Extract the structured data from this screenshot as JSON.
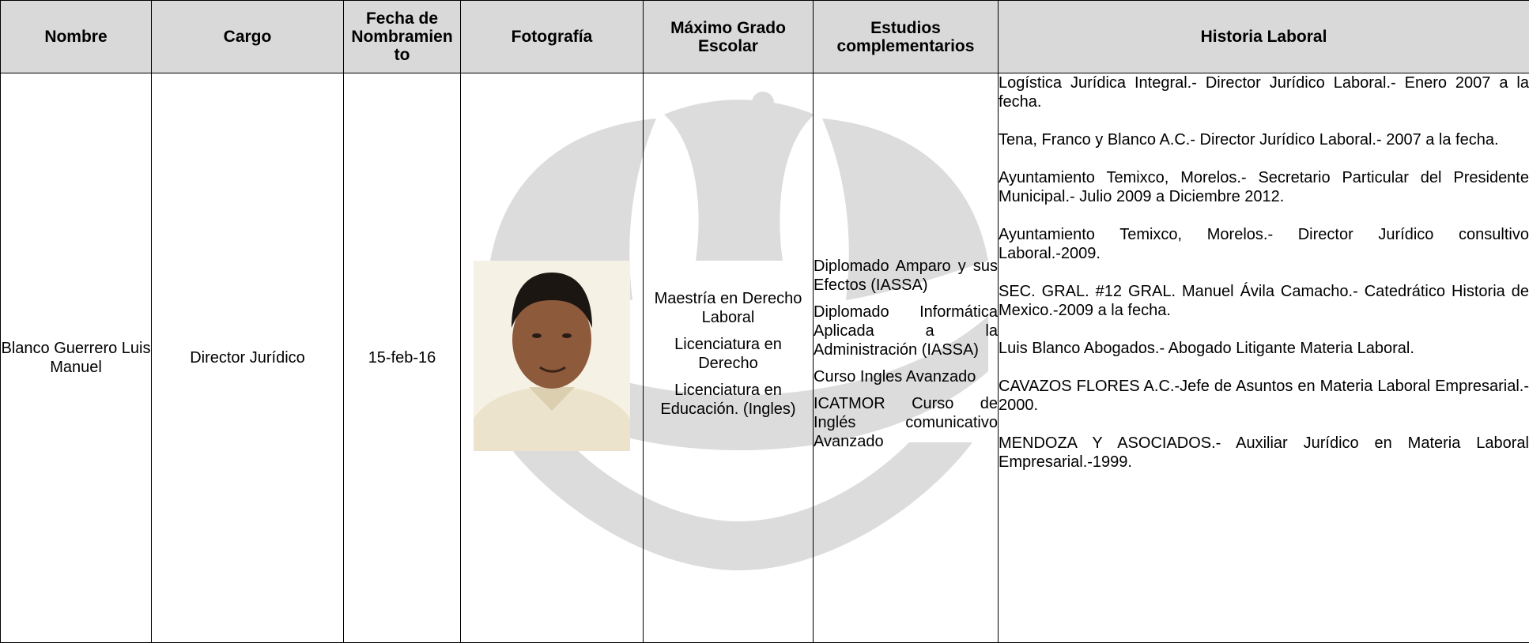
{
  "headers": {
    "nombre": "Nombre",
    "cargo": "Cargo",
    "fecha": "Fecha de Nombramien to",
    "fotografia": "Fotografía",
    "grado": "Máximo Grado Escolar",
    "estudios": "Estudios complementarios",
    "historia": "Historia Laboral"
  },
  "row": {
    "nombre": "Blanco Guerrero Luis Manuel",
    "cargo": "Director Jurídico",
    "fecha": "15-feb-16",
    "grado": [
      "Maestría en Derecho Laboral",
      "Licenciatura en Derecho",
      "Licenciatura en Educación. (Ingles)"
    ],
    "estudios": [
      "Diplomado Amparo y sus Efectos (IASSA)",
      "Diplomado Informática Aplicada a la Administración (IASSA)",
      "Curso Ingles Avanzado",
      "ICATMOR Curso de Inglés comunicativo Avanzado"
    ],
    "historia": [
      "Logística Jurídica Integral.- Director Jurídico Laboral.- Enero 2007 a la fecha.",
      "Tena, Franco y Blanco A.C.- Director Jurídico Laboral.- 2007 a la fecha.",
      "Ayuntamiento Temixco, Morelos.- Secretario Particular del Presidente Municipal.- Julio 2009 a Diciembre 2012.",
      "Ayuntamiento Temixco, Morelos.- Director Jurídico consultivo Laboral.-2009.",
      "SEC. GRAL. #12 GRAL. Manuel Ávila Camacho.- Catedrático Historia de Mexico.-2009 a la fecha.",
      "Luis Blanco Abogados.- Abogado Litigante Materia Laboral.",
      "CAVAZOS FLORES A.C.-Jefe de Asuntos en Materia Laboral Empresarial.- 2000.",
      "MENDOZA Y ASOCIADOS.- Auxiliar Jurídico en Materia Laboral Empresarial.-1999."
    ]
  }
}
